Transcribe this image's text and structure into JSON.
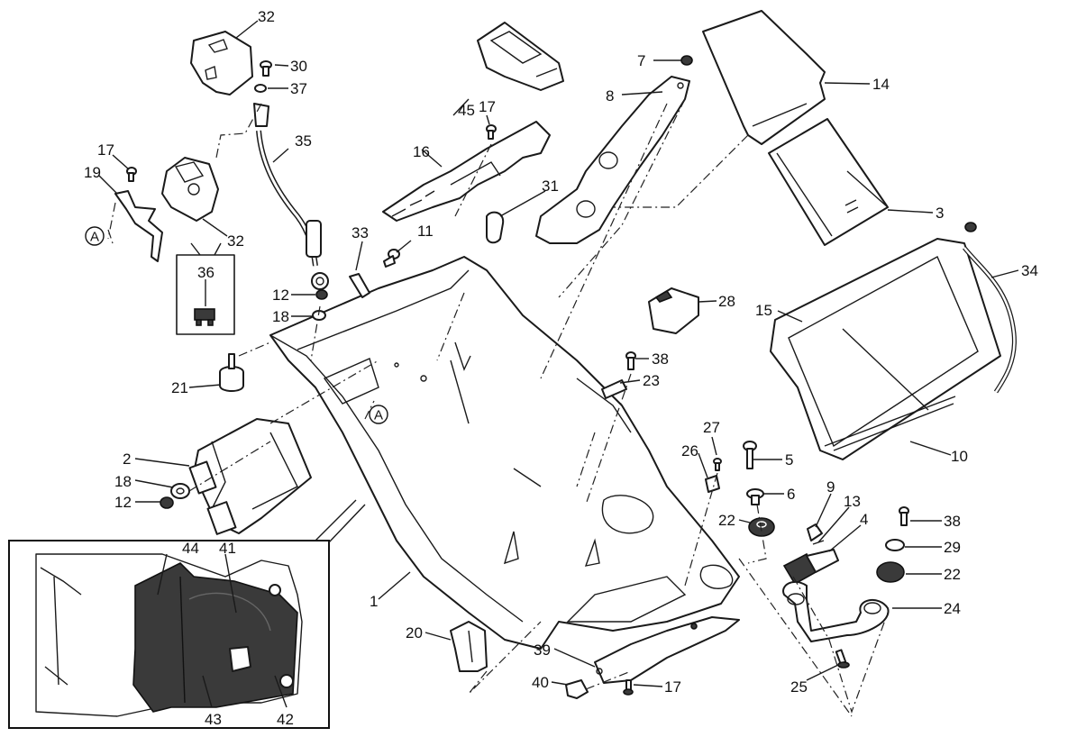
{
  "diagram": {
    "type": "exploded-parts-view",
    "subject": "Motorcycle rear subframe / electrical component carrier",
    "callouts": [
      {
        "id": "c1",
        "label": "1"
      },
      {
        "id": "c2",
        "label": "2"
      },
      {
        "id": "c3",
        "label": "3"
      },
      {
        "id": "c4",
        "label": "4"
      },
      {
        "id": "c5",
        "label": "5"
      },
      {
        "id": "c6",
        "label": "6"
      },
      {
        "id": "c7",
        "label": "7"
      },
      {
        "id": "c8",
        "label": "8"
      },
      {
        "id": "c9",
        "label": "9"
      },
      {
        "id": "c10",
        "label": "10"
      },
      {
        "id": "c11",
        "label": "11"
      },
      {
        "id": "c12a",
        "label": "12"
      },
      {
        "id": "c12b",
        "label": "12"
      },
      {
        "id": "c13",
        "label": "13"
      },
      {
        "id": "c14",
        "label": "14"
      },
      {
        "id": "c15",
        "label": "15"
      },
      {
        "id": "c16",
        "label": "16"
      },
      {
        "id": "c17a",
        "label": "17"
      },
      {
        "id": "c17b",
        "label": "17"
      },
      {
        "id": "c17c",
        "label": "17"
      },
      {
        "id": "c18a",
        "label": "18"
      },
      {
        "id": "c18b",
        "label": "18"
      },
      {
        "id": "c19",
        "label": "19"
      },
      {
        "id": "c20",
        "label": "20"
      },
      {
        "id": "c21",
        "label": "21"
      },
      {
        "id": "c22a",
        "label": "22"
      },
      {
        "id": "c22b",
        "label": "22"
      },
      {
        "id": "c23",
        "label": "23"
      },
      {
        "id": "c24",
        "label": "24"
      },
      {
        "id": "c25",
        "label": "25"
      },
      {
        "id": "c26",
        "label": "26"
      },
      {
        "id": "c27",
        "label": "27"
      },
      {
        "id": "c28",
        "label": "28"
      },
      {
        "id": "c29",
        "label": "29"
      },
      {
        "id": "c30",
        "label": "30"
      },
      {
        "id": "c31",
        "label": "31"
      },
      {
        "id": "c32a",
        "label": "32"
      },
      {
        "id": "c32b",
        "label": "32"
      },
      {
        "id": "c33",
        "label": "33"
      },
      {
        "id": "c34",
        "label": "34"
      },
      {
        "id": "c35",
        "label": "35"
      },
      {
        "id": "c36",
        "label": "36"
      },
      {
        "id": "c37",
        "label": "37"
      },
      {
        "id": "c38a",
        "label": "38"
      },
      {
        "id": "c38b",
        "label": "38"
      },
      {
        "id": "c39",
        "label": "39"
      },
      {
        "id": "c40",
        "label": "40"
      },
      {
        "id": "c41",
        "label": "41"
      },
      {
        "id": "c42",
        "label": "42"
      },
      {
        "id": "c43",
        "label": "43"
      },
      {
        "id": "c44",
        "label": "44"
      },
      {
        "id": "c45",
        "label": "45"
      }
    ],
    "reference_marks": [
      {
        "id": "refA1",
        "label": "A"
      },
      {
        "id": "refA2",
        "label": "A"
      }
    ],
    "colors": {
      "line": "#1a1a1a",
      "shaded_part": "#3a3a3a",
      "background": "#ffffff"
    }
  }
}
